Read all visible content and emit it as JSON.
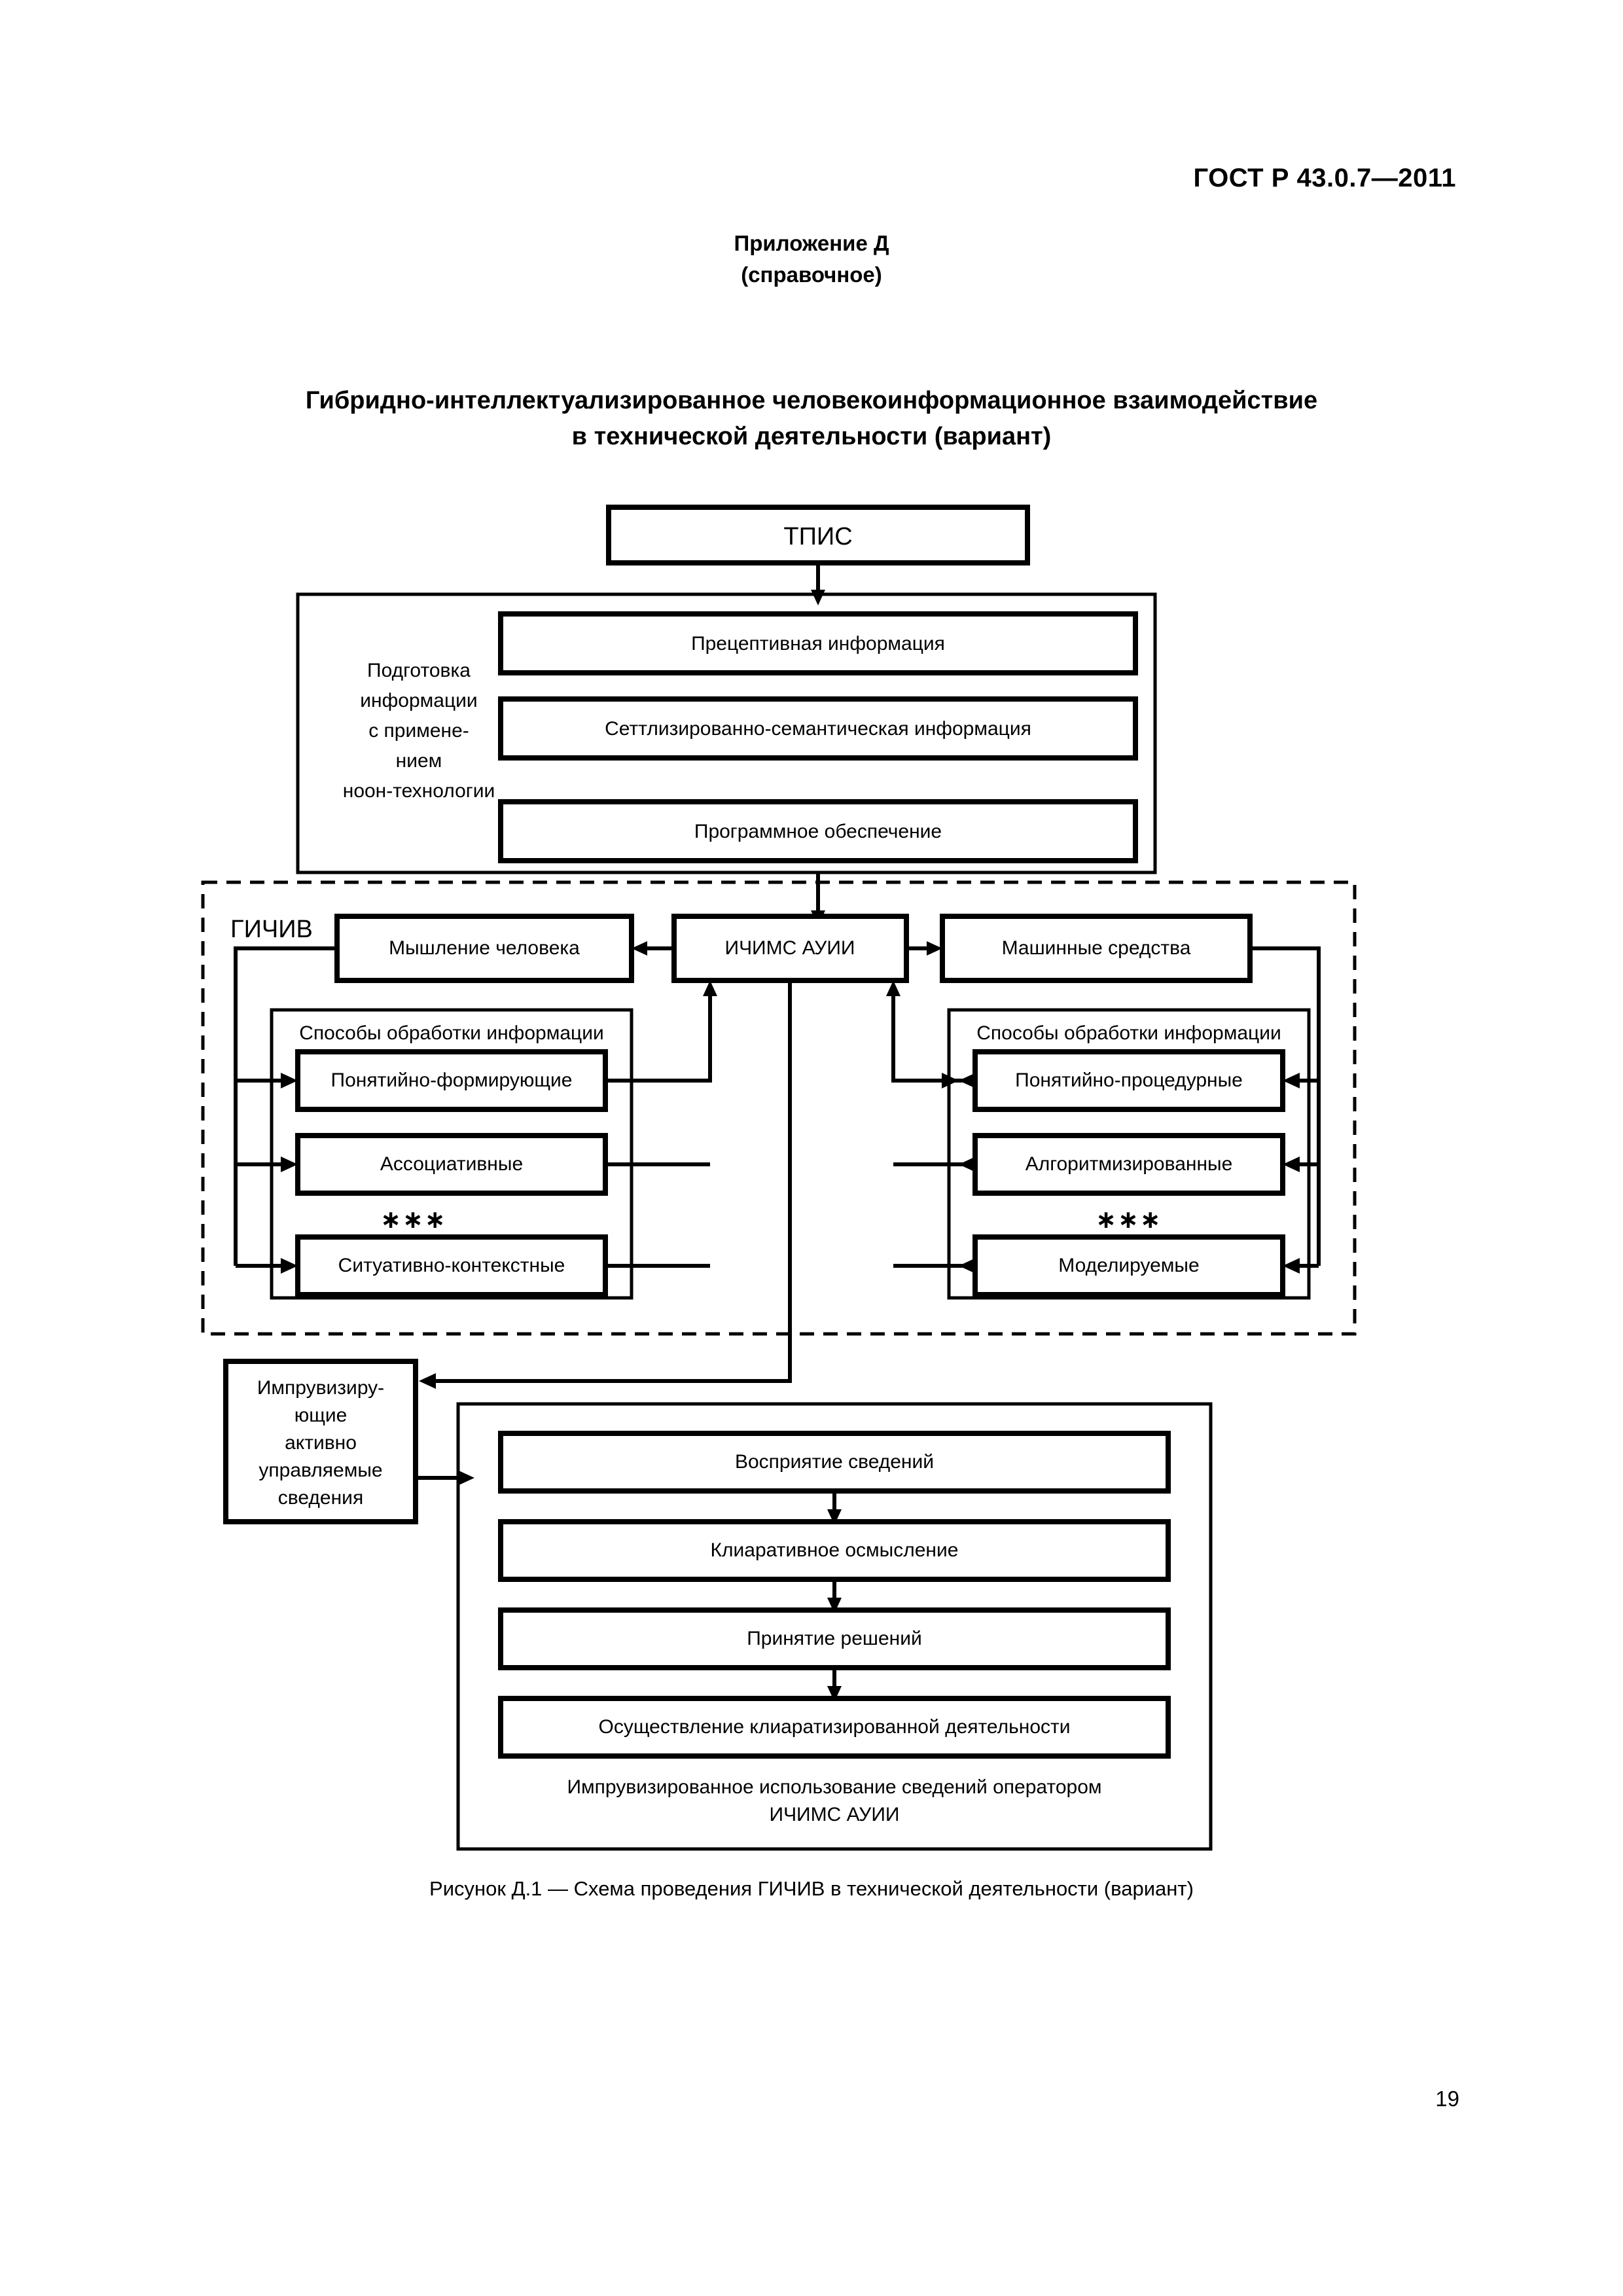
{
  "document": {
    "standard_header": "ГОСТ Р 43.0.7—2011",
    "annex_label": "Приложение Д",
    "annex_kind": "(справочное)",
    "title_line1": "Гибридно-интеллектуализированное человекоинформационное взаимодействие",
    "title_line2": "в технической деятельности (вариант)",
    "figure_caption": "Рисунок  Д.1 — Схема проведения ГИЧИВ в технической деятельности (вариант)",
    "page_number": "19"
  },
  "diagram": {
    "top_box": "ТПИС",
    "preparation": {
      "side_label_lines": [
        "Подготовка",
        "информации",
        "с примене-",
        "нием",
        "ноон-технологии"
      ],
      "items": [
        "Прецептивная информация",
        "Сеттлизированно-семантическая информация",
        "Программное обеспечение"
      ]
    },
    "gichiv": {
      "label": "ГИЧИВ",
      "human_box": "Мышление человека",
      "center_box": "ИЧИМС АУИИ",
      "machine_box": "Машинные средства",
      "left_group": {
        "title": "Способы обработки информации",
        "items": [
          "Понятийно-формирующие",
          "Ассоциативные",
          "Ситуативно-контекстные"
        ],
        "ellipsis": "∗∗∗"
      },
      "right_group": {
        "title": "Способы обработки информации",
        "items": [
          "Понятийно-процедурные",
          "Алгоритмизированные",
          "Моделируемые"
        ],
        "ellipsis": "∗∗∗"
      }
    },
    "improv_box_lines": [
      "Импрувизиру-",
      "ющие",
      "активно",
      "управляемые",
      "сведения"
    ],
    "usage_block": {
      "items": [
        "Восприятие сведений",
        "Клиаративное осмысление",
        "Принятие решений",
        "Осуществление клиаратизированной деятельности"
      ],
      "footer_lines": [
        "Импрувизированное использование сведений оператором",
        "ИЧИМС АУИИ"
      ]
    }
  }
}
